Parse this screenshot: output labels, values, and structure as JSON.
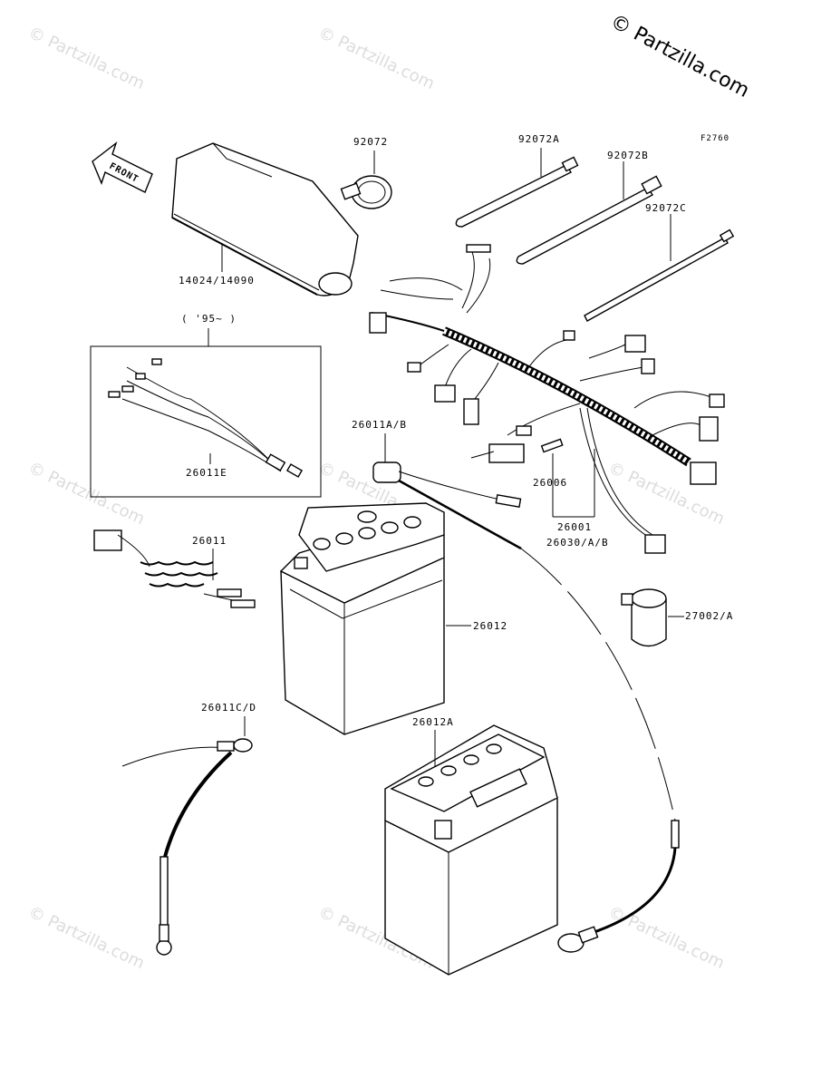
{
  "copyright": "© Partzilla.com",
  "watermark": "© Partzilla.com",
  "figure_code": "F2760",
  "front_label": "FRONT",
  "year_note": "( '95~ )",
  "labels": {
    "p92072": "92072",
    "p92072A": "92072A",
    "p92072B": "92072B",
    "p92072C": "92072C",
    "p14024": "14024/14090",
    "p26011E": "26011E",
    "p26011AB": "26011A/B",
    "p26006": "26006",
    "p26001": "26001",
    "p26030": "26030/A/B",
    "p26011": "26011",
    "p26012": "26012",
    "p27002": "27002/A",
    "p26011CD": "26011C/D",
    "p26012A": "26012A"
  }
}
